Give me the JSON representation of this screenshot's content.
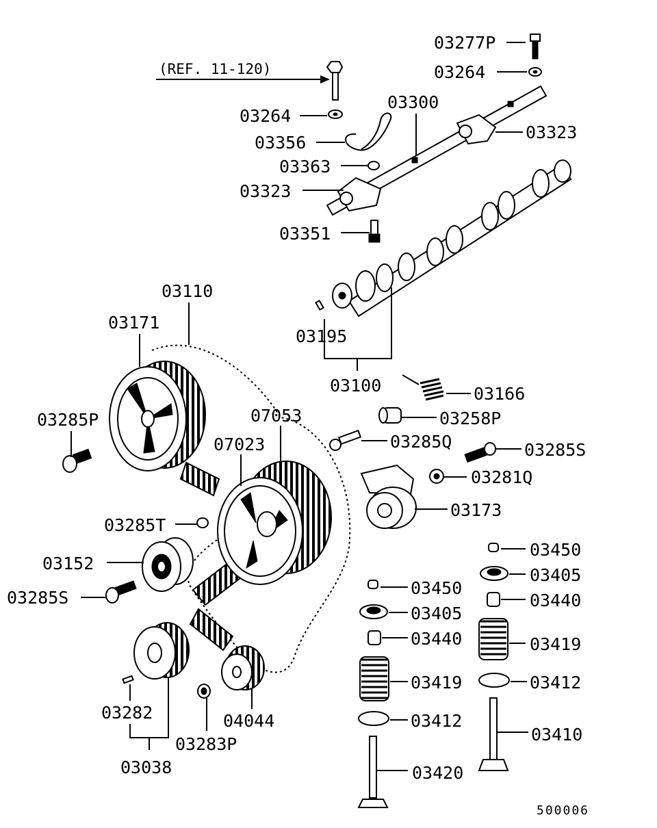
{
  "diagram": {
    "reference": "(REF. 11-120)",
    "figure_number": "500006",
    "parts": {
      "p03277P": "03277P",
      "p03264_top": "03264",
      "p03264": "03264",
      "p03300": "03300",
      "p03356": "03356",
      "p03323_right": "03323",
      "p03363": "03363",
      "p03323_left": "03323",
      "p03351": "03351",
      "p03110": "03110",
      "p03171": "03171",
      "p03195": "03195",
      "p03100": "03100",
      "p03166": "03166",
      "p03285P": "03285P",
      "p07053": "07053",
      "p03258P": "03258P",
      "p07023": "07023",
      "p03285Q": "03285Q",
      "p03285S_right": "03285S",
      "p03281Q": "03281Q",
      "p03173": "03173",
      "p03285T": "03285T",
      "p03450_right": "03450",
      "p03152": "03152",
      "p03405_right": "03405",
      "p03450_mid": "03450",
      "p03285S_left": "03285S",
      "p03440_right": "03440",
      "p03405_mid": "03405",
      "p03440_mid": "03440",
      "p03419_right": "03419",
      "p03419_mid": "03419",
      "p03412_right": "03412",
      "p03282": "03282",
      "p03412_mid": "03412",
      "p04044": "04044",
      "p03410": "03410",
      "p03283P": "03283P",
      "p03038": "03038",
      "p03420": "03420"
    }
  }
}
